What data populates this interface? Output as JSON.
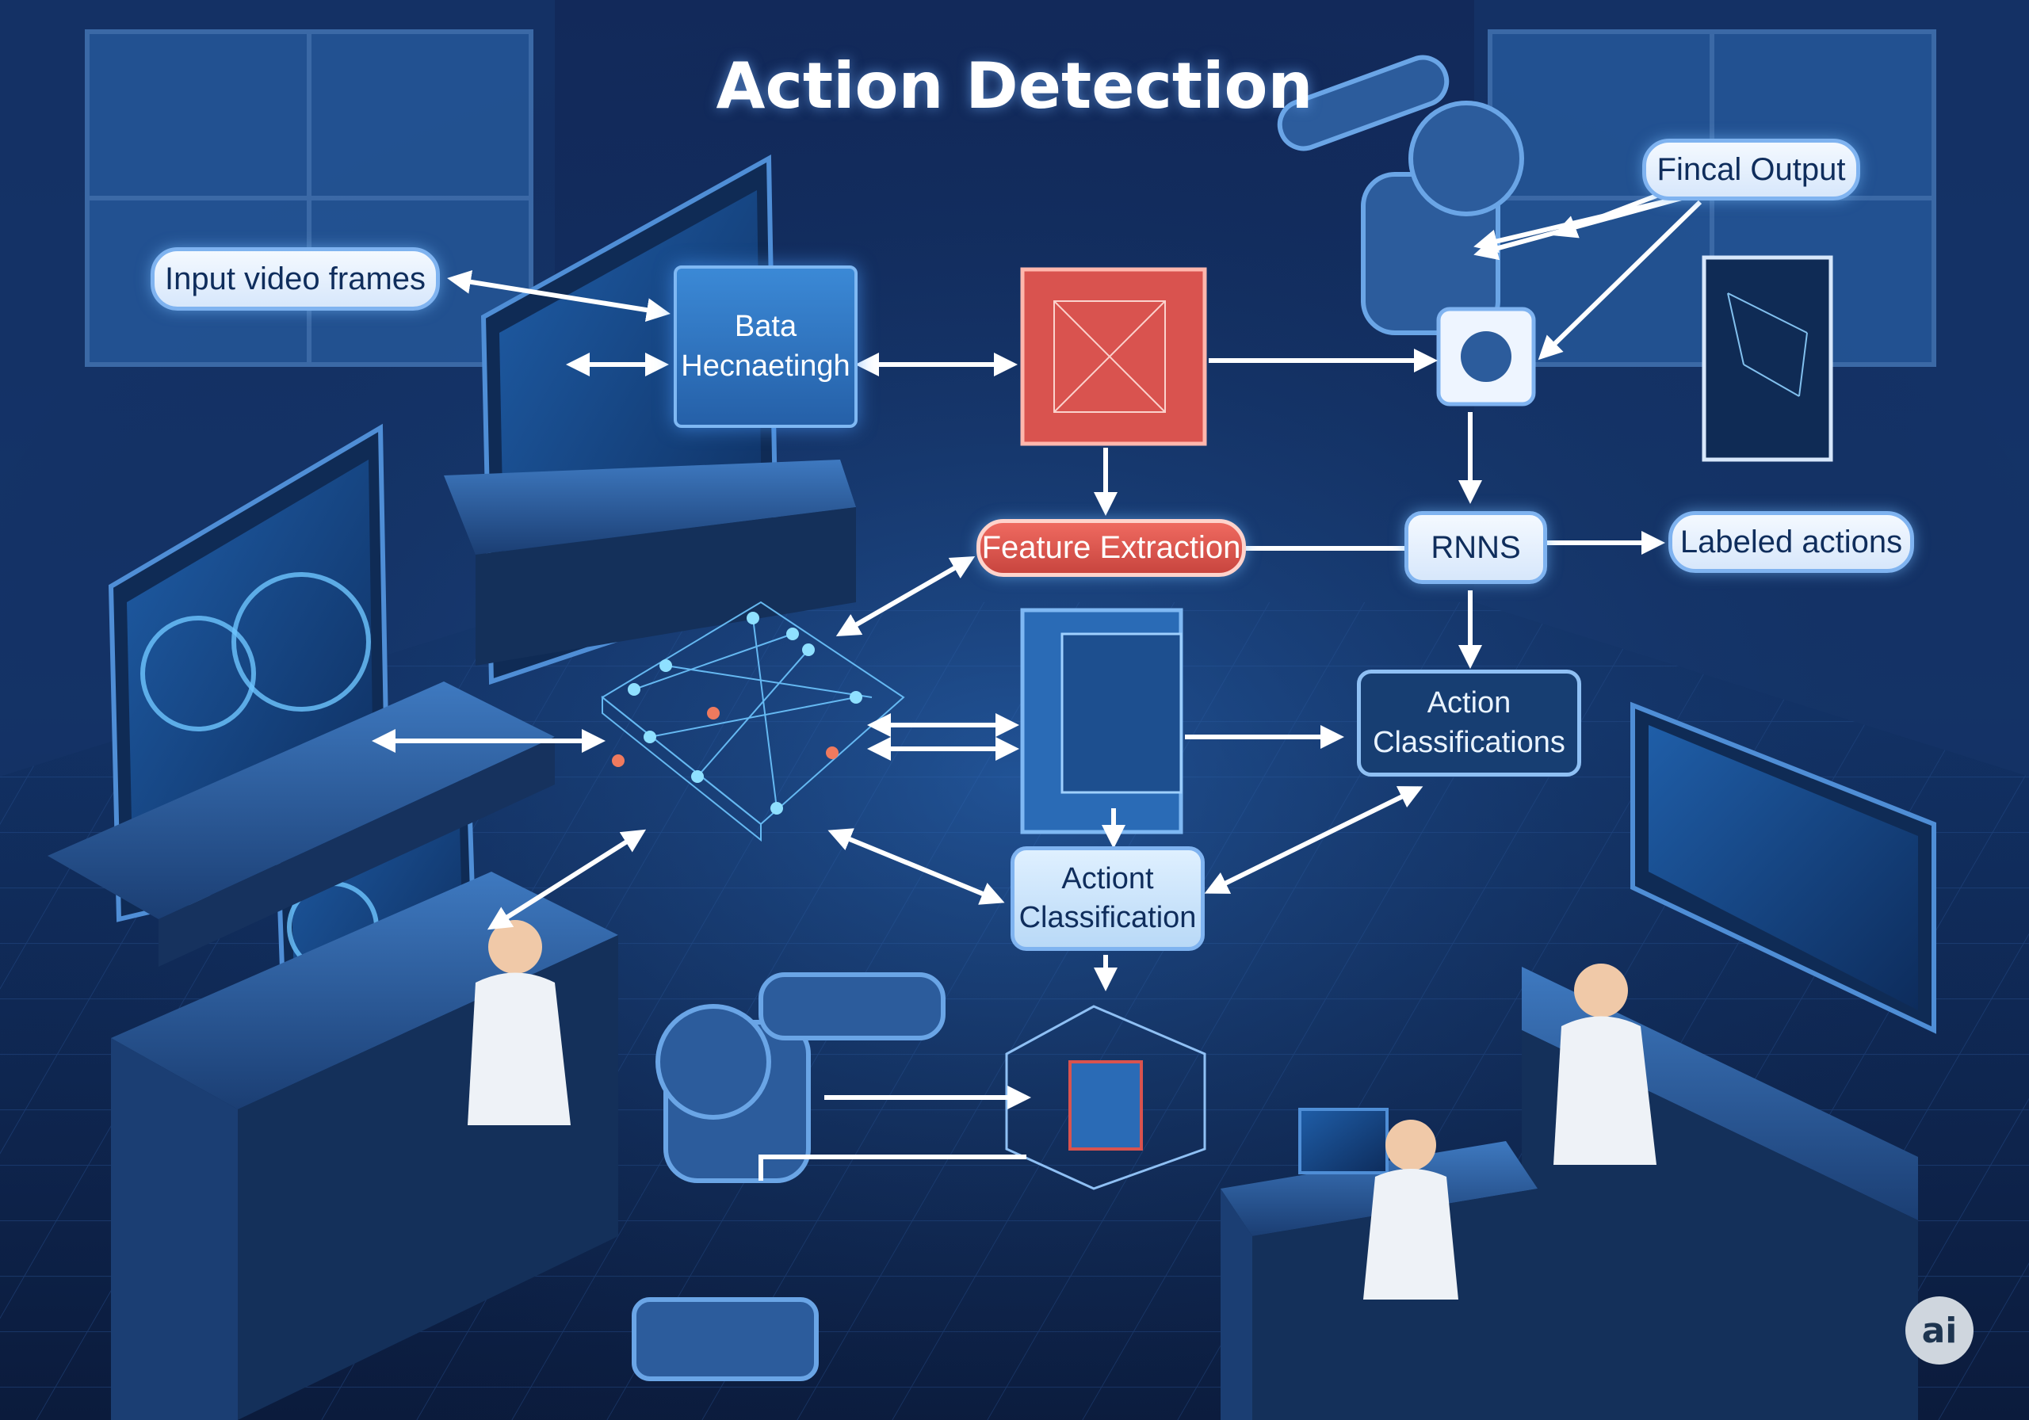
{
  "title": "Action Detection",
  "nodes": {
    "input_video_frames": "Input video frames",
    "data_box_line1": "Bata",
    "data_box_line2": "Hecnaetingh",
    "final_output": "Fincal Output",
    "feature_extraction": "Feature Extraction",
    "rnns": "RNNS",
    "labeled_actions": "Labeled actions",
    "action_classifications_line1": "Action",
    "action_classifications_line2": "Classifications",
    "actiont_classification_line1": "Actiont",
    "actiont_classification_line2": "Classification"
  },
  "badge": "ai",
  "colors": {
    "background": "#0b1a3a",
    "accent_blue": "#3b89d6",
    "accent_red": "#d9534f",
    "node_outline": "#7fb3f0"
  }
}
